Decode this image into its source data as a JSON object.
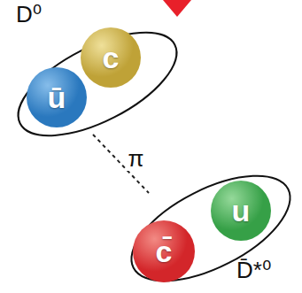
{
  "diagram": {
    "nodes": [
      {
        "text": [
          "D⁰"
        ]
      },
      {
        "text": [
          "ū"
        ],
        "in": 0
      },
      {
        "text": [
          "c"
        ],
        "in": 0
      },
      {
        "text": [
          "D̄*⁰"
        ]
      },
      {
        "text": [
          "c̄"
        ],
        "in": 3
      },
      {
        "text": [
          "u"
        ],
        "in": 3
      }
    ],
    "edges": [
      {
        "from": 0,
        "to": 3,
        "label": "π",
        "arrow": "none"
      }
    ]
  }
}
